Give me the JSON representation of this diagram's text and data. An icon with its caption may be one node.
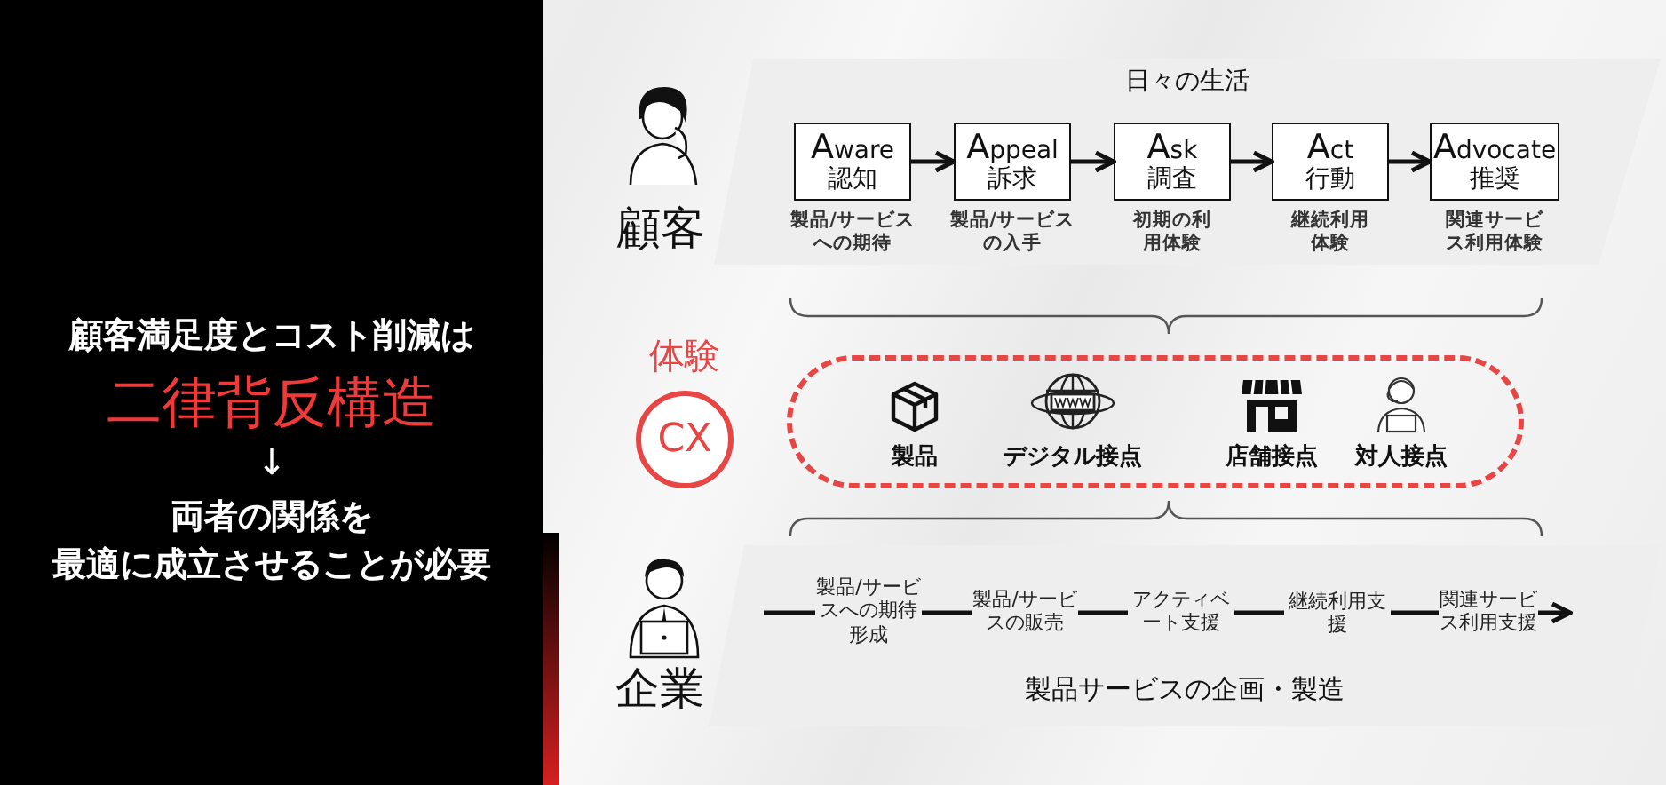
{
  "diagram": {
    "nodes": [
      {
        "text": [
          "日々の生活"
        ]
      },
      {
        "text": [
          "Aware",
          "認知"
        ],
        "in": 0,
        "beside": [
          "製品/サービスへの期待"
        ]
      },
      {
        "text": [
          "Appeal",
          "訴求"
        ],
        "in": 0,
        "beside": [
          "製品/サービスの入手"
        ]
      },
      {
        "text": [
          "Ask",
          "調査"
        ],
        "in": 0,
        "beside": [
          "初期の利用体験"
        ]
      },
      {
        "text": [
          "Act",
          "行動"
        ],
        "in": 0,
        "beside": [
          "継続利用体験"
        ]
      },
      {
        "text": [
          "Advocate",
          "推奨"
        ],
        "in": 0,
        "beside": [
          "関連サービス利用体験"
        ]
      },
      {
        "text": [],
        "shape": "box"
      },
      {
        "text": [
          "製品"
        ],
        "in": 6
      },
      {
        "text": [
          "デジタル接点"
        ],
        "in": 6
      },
      {
        "text": [
          "店舗接点"
        ],
        "in": 6
      },
      {
        "text": [
          "対人接点"
        ],
        "in": 6
      },
      {
        "text": [
          "CX"
        ],
        "beside": [
          "体験"
        ]
      },
      {
        "text": [
          "製品サービスの企画・製造"
        ]
      },
      {
        "text": [
          "製品/サービスへの期待形成"
        ],
        "in": 12
      },
      {
        "text": [
          "製品/サービスの販売"
        ],
        "in": 12
      },
      {
        "text": [
          "アクティベート支援"
        ],
        "in": 12
      },
      {
        "text": [
          "継続利用支援"
        ],
        "in": 12
      },
      {
        "text": [
          "関連サービス利用支援"
        ],
        "in": 12
      }
    ],
    "edges": [
      {
        "from": 1,
        "to": 2,
        "arrow": "to"
      },
      {
        "from": 2,
        "to": 3,
        "arrow": "to"
      },
      {
        "from": 3,
        "to": 4,
        "arrow": "to"
      },
      {
        "from": 4,
        "to": 5,
        "arrow": "to"
      },
      {
        "from": null,
        "to": 13,
        "arrow": "none"
      },
      {
        "from": 13,
        "to": 14,
        "arrow": "none"
      },
      {
        "from": 14,
        "to": 15,
        "arrow": "none"
      },
      {
        "from": 15,
        "to": 16,
        "arrow": "none"
      },
      {
        "from": 16,
        "to": 17,
        "arrow": "none"
      },
      {
        "from": 17,
        "to": null,
        "arrow": "to"
      }
    ],
    "labels": [
      "顧客満足度とコスト削減は",
      "二律背反構造",
      "↓",
      "両者の関係を",
      "最適に成立させることが必要",
      "顧客",
      "企業"
    ]
  }
}
